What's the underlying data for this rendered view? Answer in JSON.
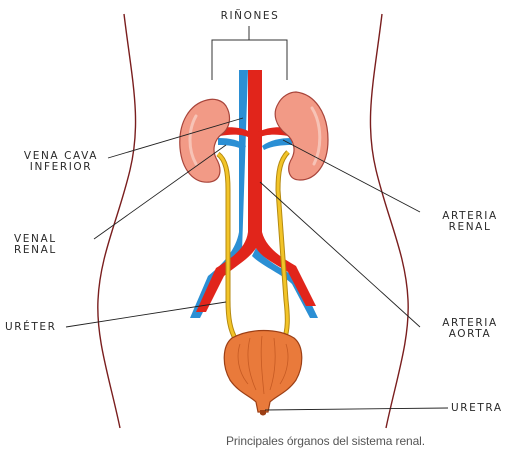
{
  "labels": {
    "kidneys": "RIÑONES",
    "vena_cava_line1": "VENA CAVA",
    "vena_cava_line2": "INFERIOR",
    "renal_vein_line1": "VENAL",
    "renal_vein_line2": "RENAL",
    "ureter": "URÉTER",
    "renal_artery_line1": "ARTERIA",
    "renal_artery_line2": "RENAL",
    "aorta_line1": "ARTERIA",
    "aorta_line2": "AORTA",
    "urethra": "URETRA"
  },
  "caption": "Principales órganos del sistema renal.",
  "colors": {
    "artery": "#e1251b",
    "vein": "#2b8fd4",
    "kidney": "#f29a86",
    "bladder": "#e97a3b",
    "ureter": "#f2c428",
    "outline": "#7a1e1e"
  }
}
